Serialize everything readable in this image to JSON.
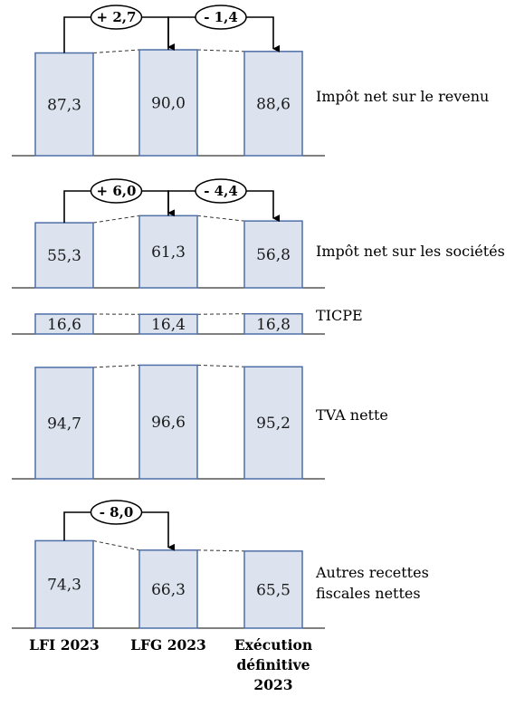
{
  "chart_data": {
    "type": "bar",
    "x_labels": [
      [
        "LFI 2023"
      ],
      [
        "LFG 2023"
      ],
      [
        "Exécution",
        "définitive",
        "2023"
      ]
    ],
    "groups": [
      {
        "label": [
          "Impôt net sur le revenu"
        ],
        "values": [
          "87,3",
          "90,0",
          "88,6"
        ],
        "numeric": [
          87.3,
          90.0,
          88.6
        ],
        "deltas": [
          {
            "from": 0,
            "to": 1,
            "text": "+ 2,7"
          },
          {
            "from": 1,
            "to": 2,
            "text": "- 1,4"
          }
        ]
      },
      {
        "label": [
          "Impôt net sur les sociétés"
        ],
        "values": [
          "55,3",
          "61,3",
          "56,8"
        ],
        "numeric": [
          55.3,
          61.3,
          56.8
        ],
        "deltas": [
          {
            "from": 0,
            "to": 1,
            "text": "+ 6,0"
          },
          {
            "from": 1,
            "to": 2,
            "text": "- 4,4"
          }
        ]
      },
      {
        "label": [
          "TICPE"
        ],
        "values": [
          "16,6",
          "16,4",
          "16,8"
        ],
        "numeric": [
          16.6,
          16.4,
          16.8
        ],
        "deltas": []
      },
      {
        "label": [
          "TVA nette"
        ],
        "values": [
          "94,7",
          "96,6",
          "95,2"
        ],
        "numeric": [
          94.7,
          96.6,
          95.2
        ],
        "deltas": []
      },
      {
        "label": [
          "Autres recettes",
          "fiscales nettes"
        ],
        "values": [
          "74,3",
          "66,3",
          "65,5"
        ],
        "numeric": [
          74.3,
          66.3,
          65.5
        ],
        "deltas": [
          {
            "from": 0,
            "to": 1,
            "text": "- 8,0"
          }
        ]
      }
    ]
  },
  "colors": {
    "bar_fill": "#dce3ef",
    "bar_stroke": "#4f6fa8",
    "baseline": "#000000",
    "connector": "#333333"
  }
}
